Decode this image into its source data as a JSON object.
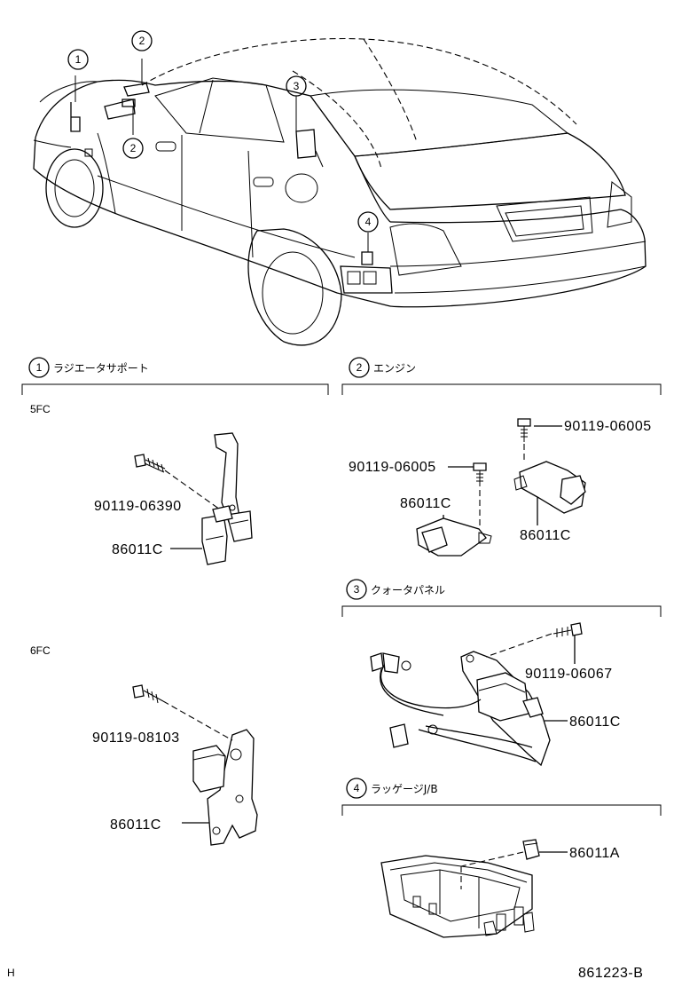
{
  "callouts": {
    "c1": "1",
    "c2": "2",
    "c3": "3",
    "c4": "4"
  },
  "sections": {
    "s1": {
      "num": "1",
      "title": "ラジエータサポート"
    },
    "s2": {
      "num": "2",
      "title": "エンジン"
    },
    "s3": {
      "num": "3",
      "title": "クォータパネル"
    },
    "s4": {
      "num": "4",
      "title": "ラッゲージJ/B"
    }
  },
  "variants": {
    "v5": "5FC",
    "v6": "6FC"
  },
  "parts": {
    "p_5fc_bolt": "90119-06390",
    "p_5fc_relay": "86011C",
    "p_6fc_bolt": "90119-08103",
    "p_6fc_relay": "86011C",
    "p_eng_bolt_top": "90119-06005",
    "p_eng_bolt_left": "90119-06005",
    "p_eng_relay_left": "86011C",
    "p_eng_relay_right": "86011C",
    "p_qp_bolt": "90119-06067",
    "p_qp_relay": "86011C",
    "p_lug_relay": "86011A"
  },
  "footer": {
    "left_mark": "H",
    "drawing_id": "861223-B"
  }
}
